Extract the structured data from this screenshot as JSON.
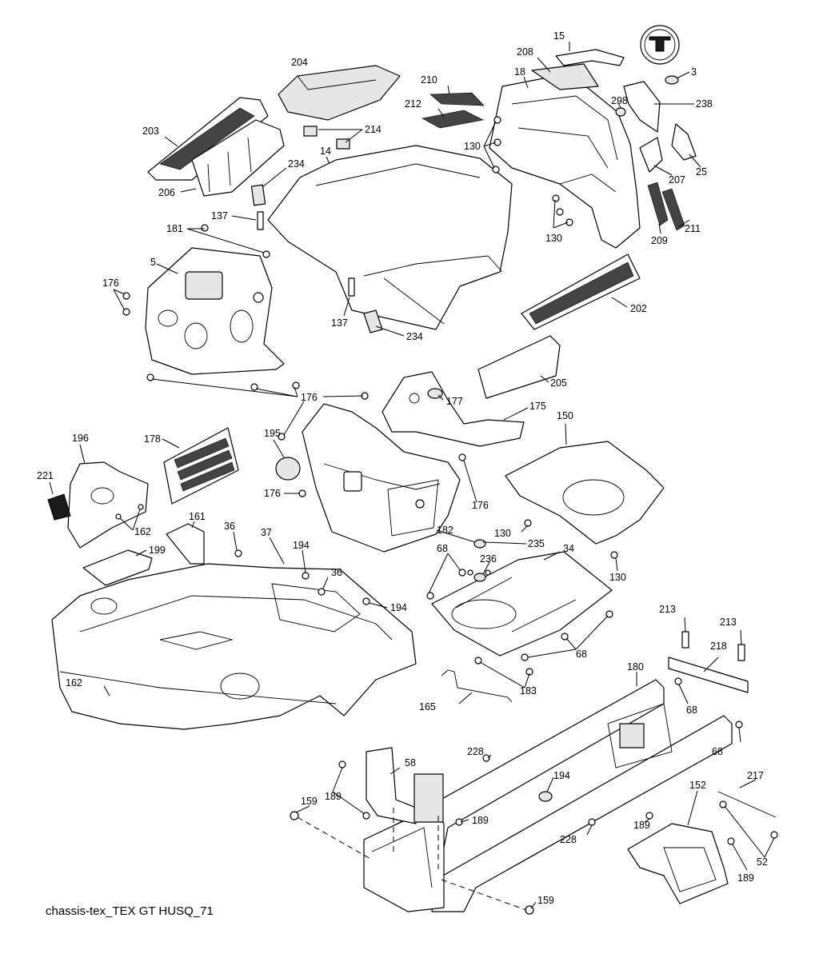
{
  "caption": "chassis-tex_TEX GT HUSQ_71",
  "labels": {
    "l15": "15",
    "l208": "208",
    "l18": "18",
    "l3": "3",
    "l238": "238",
    "l298": "298",
    "l204": "204",
    "l210": "210",
    "l212": "212",
    "l214": "214",
    "l203": "203",
    "l14": "14",
    "l130a": "130",
    "l25": "25",
    "l207": "207",
    "l206": "206",
    "l234a": "234",
    "l137a": "137",
    "l130b": "130",
    "l211": "211",
    "l209": "209",
    "l181": "181",
    "l5": "5",
    "l176a": "176",
    "l202": "202",
    "l137b": "137",
    "l234b": "234",
    "l205": "205",
    "l176b": "176",
    "l177": "177",
    "l175": "175",
    "l150": "150",
    "l196": "196",
    "l178": "178",
    "l195": "195",
    "l221": "221",
    "l176c": "176",
    "l176d": "176",
    "l162a": "162",
    "l161": "161",
    "l130c": "130",
    "l36a": "36",
    "l37": "37",
    "l194a": "194",
    "l182": "182",
    "l199": "199",
    "l68a": "68",
    "l235": "235",
    "l34": "34",
    "l236": "236",
    "l130d": "130",
    "l36b": "36",
    "l194b": "194",
    "l213a": "213",
    "l213b": "213",
    "l68b": "68",
    "l218": "218",
    "l162b": "162",
    "l183": "183",
    "l180": "180",
    "l165": "165",
    "l68c": "68",
    "l68d": "68",
    "l58": "58",
    "l228a": "228",
    "l194c": "194",
    "l217": "217",
    "l159a": "159",
    "l189a": "189",
    "l152": "152",
    "l189b": "189",
    "l189c": "189",
    "l228b": "228",
    "l52": "52",
    "l189d": "189",
    "l159b": "159"
  }
}
